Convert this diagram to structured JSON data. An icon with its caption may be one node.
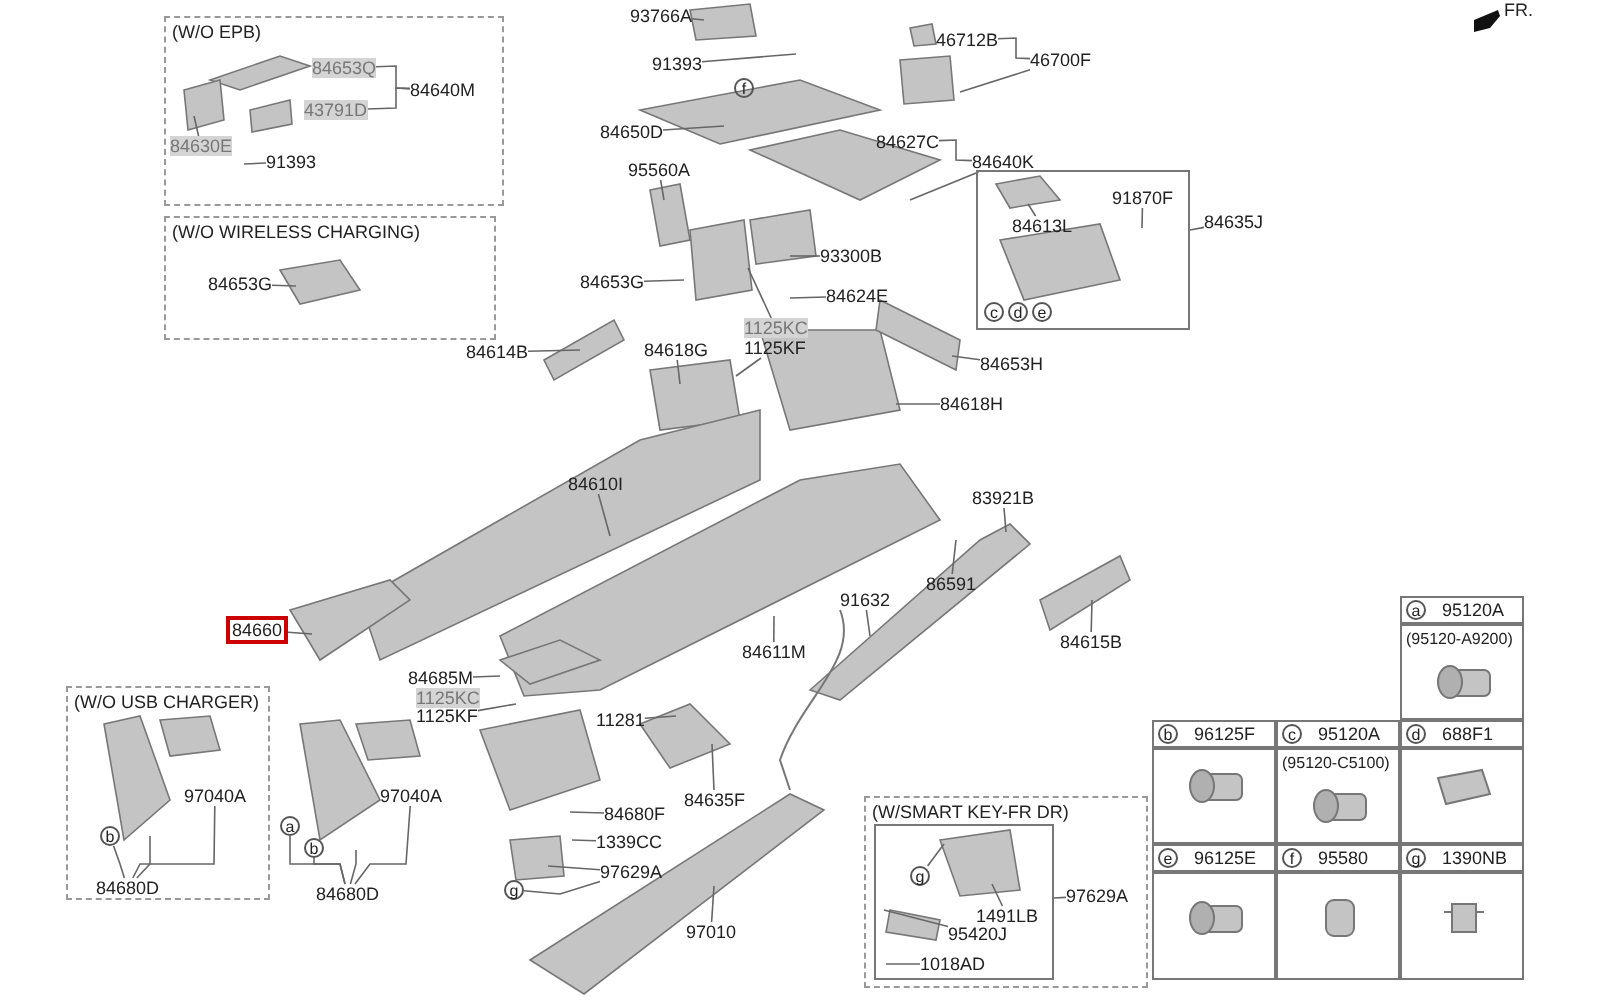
{
  "diagram": {
    "nodes": [
      {
        "text": [
          "(W/O EPB)"
        ]
      },
      {
        "text": [
          "84653Q"
        ],
        "in": 0
      },
      {
        "text": [
          "43791D"
        ],
        "in": 0
      },
      {
        "text": [
          "84640M"
        ],
        "in": 0
      },
      {
        "text": [
          "84630E"
        ],
        "in": 0
      },
      {
        "text": [
          "91393"
        ],
        "in": 0
      },
      {
        "text": [
          "(W/O WIRELESS CHARGING)"
        ]
      },
      {
        "text": [
          "84653G"
        ],
        "in": 6
      },
      {
        "text": [
          "93766A"
        ]
      },
      {
        "text": [
          "91393"
        ]
      },
      {
        "text": [
          "46712B"
        ]
      },
      {
        "text": [
          "46700F"
        ]
      },
      {
        "text": [
          "84650D"
        ]
      },
      {
        "text": [
          "95560A"
        ]
      },
      {
        "text": [
          "84627C"
        ]
      },
      {
        "text": [
          "84640K"
        ]
      },
      {
        "text": [
          "93300B"
        ]
      },
      {
        "text": [
          "84653G"
        ]
      },
      {
        "text": [
          "84624E"
        ]
      },
      {
        "text": [
          "1125KC"
        ]
      },
      {
        "text": [
          "1125KF"
        ]
      },
      {
        "text": [
          "84614B"
        ]
      },
      {
        "text": [
          "84618G"
        ]
      },
      {
        "text": [],
        "shape": "box"
      },
      {
        "text": [
          "84613L"
        ],
        "in": 23
      },
      {
        "text": [
          "91870F"
        ],
        "in": 23
      },
      {
        "text": [
          "84635J"
        ]
      },
      {
        "text": [
          "c"
        ],
        "in": 23
      },
      {
        "text": [
          "d"
        ],
        "in": 23
      },
      {
        "text": [
          "e"
        ],
        "in": 23
      },
      {
        "text": [
          "84653H"
        ]
      },
      {
        "text": [
          "84618H"
        ]
      },
      {
        "text": [
          "84610I"
        ]
      },
      {
        "text": [
          "83921B"
        ]
      },
      {
        "text": [
          "86591"
        ]
      },
      {
        "text": [
          "91632"
        ]
      },
      {
        "text": [
          "84615B"
        ]
      },
      {
        "text": [
          "84611M"
        ]
      },
      {
        "text": [
          "84660"
        ]
      },
      {
        "text": [
          "84685M"
        ]
      },
      {
        "text": [
          "1125KC"
        ]
      },
      {
        "text": [
          "1125KF"
        ]
      },
      {
        "text": [
          "11281"
        ]
      },
      {
        "text": [
          "(W/O USB CHARGER)"
        ]
      },
      {
        "text": [
          "97040A"
        ],
        "in": 43
      },
      {
        "text": [
          "b"
        ],
        "in": 43
      },
      {
        "text": [
          "84680D"
        ],
        "in": 43
      },
      {
        "text": [
          "97040A"
        ]
      },
      {
        "text": [
          "a"
        ]
      },
      {
        "text": [
          "b"
        ]
      },
      {
        "text": [
          "84680D"
        ]
      },
      {
        "text": [
          "84680F"
        ]
      },
      {
        "text": [
          "1339CC"
        ]
      },
      {
        "text": [
          "97629A"
        ]
      },
      {
        "text": [
          "g"
        ]
      },
      {
        "text": [
          "97010"
        ]
      },
      {
        "text": [
          "84635F"
        ]
      },
      {
        "text": [
          "(W/SMART KEY-FR DR)"
        ]
      },
      {
        "text": [],
        "shape": "box",
        "in": 57
      },
      {
        "text": [
          "g"
        ],
        "in": 58
      },
      {
        "text": [
          "1491LB"
        ],
        "in": 58
      },
      {
        "text": [
          "95420J"
        ],
        "in": 58
      },
      {
        "text": [
          "1018AD"
        ],
        "in": 58
      },
      {
        "text": [
          "97629A"
        ],
        "in": 57
      },
      {
        "text": [
          "f"
        ]
      },
      {
        "text": [
          "a"
        ]
      },
      {
        "text": [
          "b"
        ]
      },
      {
        "text": [
          "c"
        ]
      },
      {
        "text": [
          "d"
        ]
      },
      {
        "text": [
          "e"
        ]
      },
      {
        "text": [
          "f"
        ]
      },
      {
        "text": [
          "g"
        ]
      }
    ],
    "edges": [
      {
        "from": 1,
        "to": 3,
        "arrow": "none"
      },
      {
        "from": 2,
        "to": 3,
        "arrow": "none"
      },
      {
        "from": 4,
        "to": null,
        "arrow": "none"
      },
      {
        "from": 5,
        "to": null,
        "arrow": "none"
      },
      {
        "from": 7,
        "to": null,
        "arrow": "none"
      },
      {
        "from": 8,
        "to": null,
        "arrow": "none"
      },
      {
        "from": 9,
        "to": null,
        "arrow": "none"
      },
      {
        "from": 10,
        "to": 11,
        "arrow": "none"
      },
      {
        "from": 11,
        "to": null,
        "arrow": "none"
      },
      {
        "from": 12,
        "to": null,
        "arrow": "none"
      },
      {
        "from": 13,
        "to": null,
        "arrow": "none"
      },
      {
        "from": 14,
        "to": 15,
        "arrow": "none"
      },
      {
        "from": 15,
        "to": null,
        "arrow": "none"
      },
      {
        "from": 16,
        "to": null,
        "arrow": "none"
      },
      {
        "from": 17,
        "to": null,
        "arrow": "none"
      },
      {
        "from": 18,
        "to": null,
        "arrow": "none"
      },
      {
        "from": 19,
        "to": null,
        "arrow": "none"
      },
      {
        "from": 20,
        "to": null,
        "arrow": "none"
      },
      {
        "from": 21,
        "to": null,
        "arrow": "none"
      },
      {
        "from": 22,
        "to": null,
        "arrow": "none"
      },
      {
        "from": 24,
        "to": null,
        "arrow": "none"
      },
      {
        "from": 25,
        "to": null,
        "arrow": "none"
      },
      {
        "from": 26,
        "to": 23,
        "arrow": "none"
      },
      {
        "from": 30,
        "to": null,
        "arrow": "none"
      },
      {
        "from": 31,
        "to": null,
        "arrow": "none"
      },
      {
        "from": 32,
        "to": null,
        "arrow": "none"
      },
      {
        "from": 33,
        "to": null,
        "arrow": "none"
      },
      {
        "from": 34,
        "to": null,
        "arrow": "none"
      },
      {
        "from": 35,
        "to": null,
        "arrow": "none"
      },
      {
        "from": 36,
        "to": null,
        "arrow": "none"
      },
      {
        "from": 37,
        "to": null,
        "arrow": "none"
      },
      {
        "from": 38,
        "to": null,
        "arrow": "none"
      },
      {
        "from": 39,
        "to": null,
        "arrow": "none"
      },
      {
        "from": 41,
        "to": null,
        "arrow": "none"
      },
      {
        "from": 42,
        "to": null,
        "arrow": "none"
      },
      {
        "from": 44,
        "to": 46,
        "arrow": "none"
      },
      {
        "from": 45,
        "to": 46,
        "arrow": "none"
      },
      {
        "from": 46,
        "to": null,
        "arrow": "none"
      },
      {
        "from": 47,
        "to": 50,
        "arrow": "none"
      },
      {
        "from": 48,
        "to": 50,
        "arrow": "none"
      },
      {
        "from": 49,
        "to": 50,
        "arrow": "none"
      },
      {
        "from": 50,
        "to": null,
        "arrow": "none"
      },
      {
        "from": 51,
        "to": null,
        "arrow": "none"
      },
      {
        "from": 52,
        "to": null,
        "arrow": "none"
      },
      {
        "from": 53,
        "to": null,
        "arrow": "none"
      },
      {
        "from": 54,
        "to": 53,
        "arrow": "none"
      },
      {
        "from": 55,
        "to": null,
        "arrow": "none"
      },
      {
        "from": 56,
        "to": null,
        "arrow": "none"
      },
      {
        "from": 59,
        "to": null,
        "arrow": "none"
      },
      {
        "from": 60,
        "to": null,
        "arrow": "none"
      },
      {
        "from": 61,
        "to": null,
        "arrow": "none"
      },
      {
        "from": 62,
        "to": null,
        "arrow": "none"
      },
      {
        "from": 63,
        "to": 58,
        "arrow": "none"
      }
    ],
    "labels": [
      "FR.",
      "95120A",
      "(95120-A9200)",
      "96125F",
      "95120A",
      "688F1",
      "(95120-C5100)",
      "96125E",
      "95580",
      "1390NB"
    ]
  }
}
